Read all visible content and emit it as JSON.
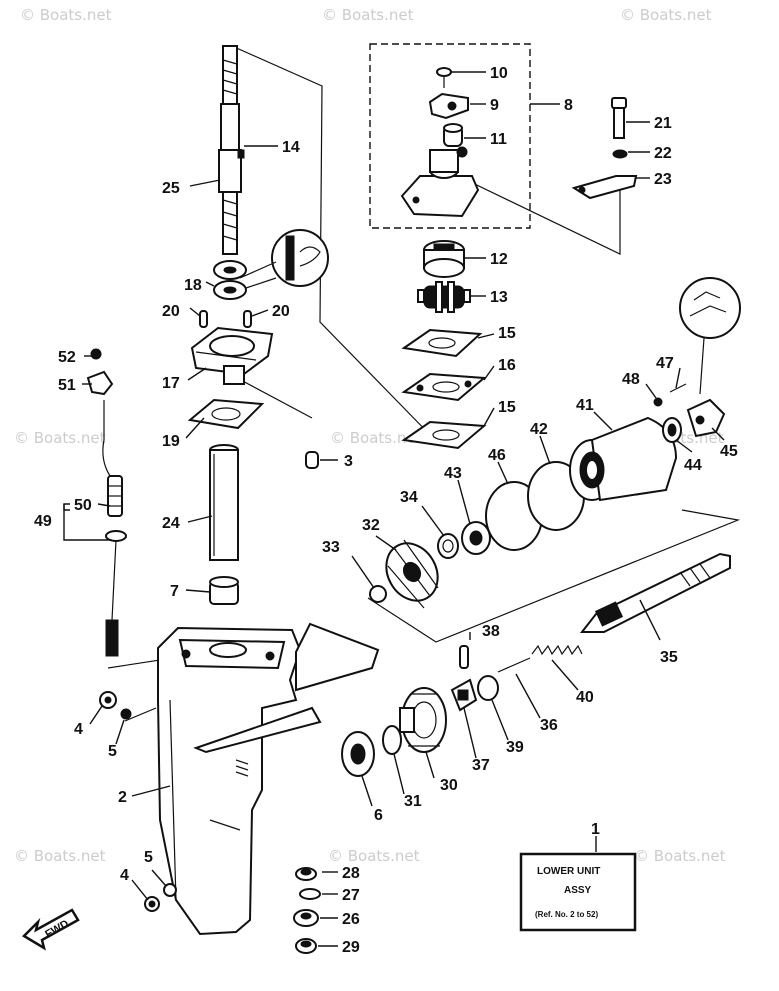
{
  "watermark": "© Boats.net",
  "labels": {
    "p1": "1",
    "p2": "2",
    "p3": "3",
    "p4a": "4",
    "p4b": "4",
    "p5a": "5",
    "p5b": "5",
    "p6": "6",
    "p7": "7",
    "p8": "8",
    "p9": "9",
    "p10": "10",
    "p11": "11",
    "p12": "12",
    "p13": "13",
    "p14": "14",
    "p15a": "15",
    "p15b": "15",
    "p16": "16",
    "p17": "17",
    "p18": "18",
    "p19": "19",
    "p20a": "20",
    "p20b": "20",
    "p21": "21",
    "p22": "22",
    "p23": "23",
    "p24": "24",
    "p25": "25",
    "p26": "26",
    "p27": "27",
    "p28": "28",
    "p29": "29",
    "p30": "30",
    "p31": "31",
    "p32": "32",
    "p33": "33",
    "p34": "34",
    "p35": "35",
    "p36": "36",
    "p37": "37",
    "p38": "38",
    "p39": "39",
    "p40": "40",
    "p41": "41",
    "p42": "42",
    "p43": "43",
    "p44": "44",
    "p45": "45",
    "p46": "46",
    "p47": "47",
    "p48": "48",
    "p49": "49",
    "p50": "50",
    "p51": "51",
    "p52": "52"
  },
  "assembly_box": {
    "line1": "LOWER UNIT",
    "line2": "ASSY",
    "line3": "(Ref. No. 2 to 52)"
  },
  "fwd_arrow": "FWD"
}
